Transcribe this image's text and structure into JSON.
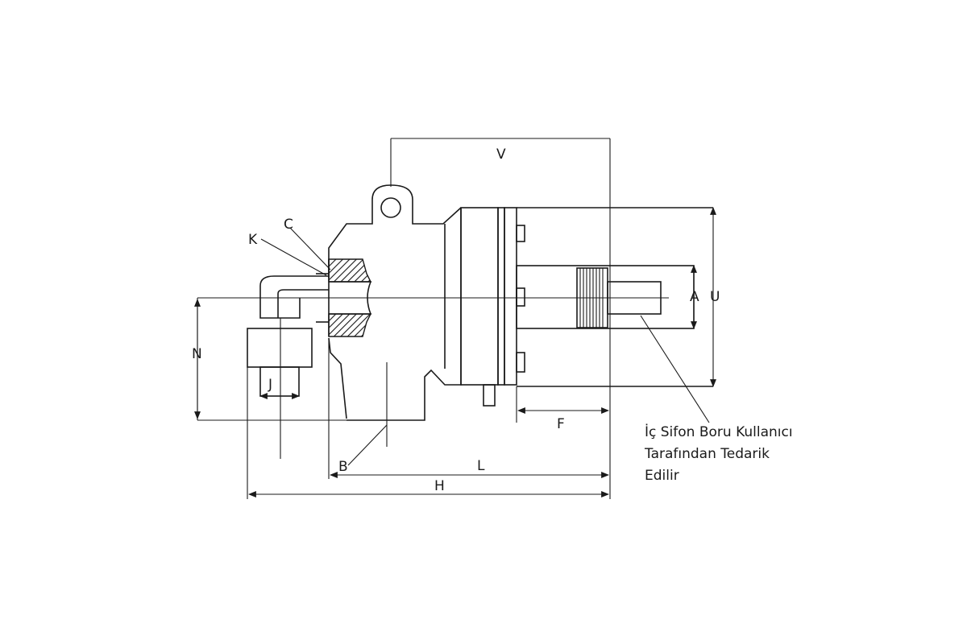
{
  "labels": {
    "V": "V",
    "C": "C",
    "K": "K",
    "A": "A",
    "U": "U",
    "N": "N",
    "J": "J",
    "F": "F",
    "B": "B",
    "L": "L",
    "H": "H"
  },
  "note": {
    "line1": "İç Sifon Boru Kullanıcı",
    "line2": "Tarafından Tedarik",
    "line3": "Edilir"
  }
}
